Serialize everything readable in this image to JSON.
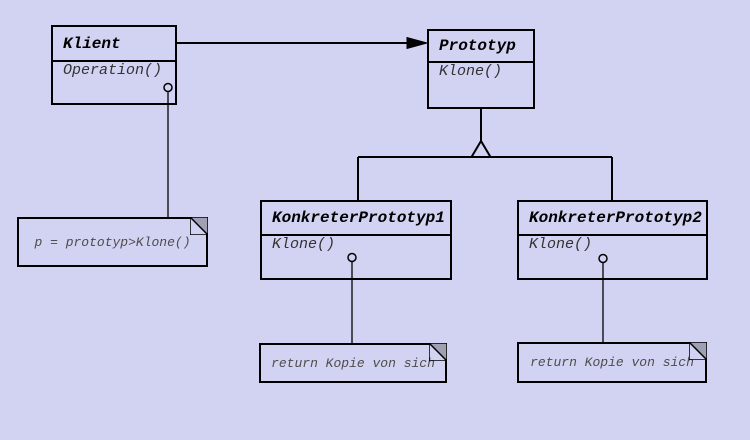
{
  "colors": {
    "bg": "#d2d2f2",
    "line": "#000000",
    "method-ink": "#333333",
    "note-ink": "#4d4d4d",
    "fold": "#a0a0b4"
  },
  "classes": [
    {
      "name": "Klient",
      "methods": [
        "Operation()"
      ]
    },
    {
      "name": "Prototyp",
      "methods": [
        "Klone()"
      ]
    },
    {
      "name": "KonkreterPrototyp1",
      "methods": [
        "Klone()"
      ]
    },
    {
      "name": "KonkreterPrototyp2",
      "methods": [
        "Klone()"
      ]
    }
  ],
  "notes": [
    {
      "text": "p = prototyp>Klone()"
    },
    {
      "text": "return Kopie von sich"
    },
    {
      "text": "return Kopie von sich"
    }
  ],
  "relationships": [
    {
      "type": "association-arrow",
      "from": "Klient",
      "to": "Prototyp"
    },
    {
      "type": "generalization",
      "parent": "Prototyp",
      "children": [
        "KonkreterPrototyp1",
        "KonkreterPrototyp2"
      ]
    },
    {
      "type": "note-anchor",
      "from": "Klient.Operation()",
      "to": "p = prototyp>Klone()"
    },
    {
      "type": "note-anchor",
      "from": "KonkreterPrototyp1.Klone()",
      "to": "return Kopie von sich"
    },
    {
      "type": "note-anchor",
      "from": "KonkreterPrototyp2.Klone()",
      "to": "return Kopie von sich"
    }
  ]
}
